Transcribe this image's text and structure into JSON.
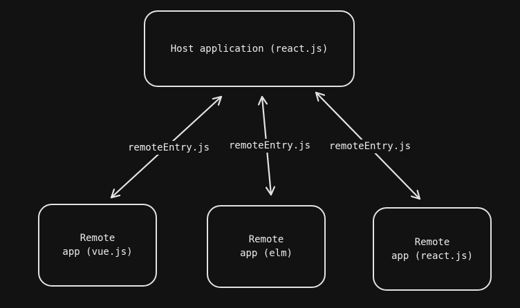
{
  "colors": {
    "background": "#121212",
    "stroke": "#e3e3e3",
    "text": "#ececec"
  },
  "nodes": {
    "host": {
      "label": "Host application (react.js)"
    },
    "vue": {
      "label": "Remote\napp (vue.js)"
    },
    "elm": {
      "label": "Remote\napp (elm)"
    },
    "react": {
      "label": "Remote\napp (react.js)"
    }
  },
  "edges": [
    {
      "from": "host",
      "to": "vue",
      "label": "remoteEntry.js",
      "direction": "bidirectional"
    },
    {
      "from": "host",
      "to": "elm",
      "label": "remoteEntry.js",
      "direction": "bidirectional"
    },
    {
      "from": "host",
      "to": "react",
      "label": "remoteEntry.js",
      "direction": "bidirectional"
    }
  ]
}
